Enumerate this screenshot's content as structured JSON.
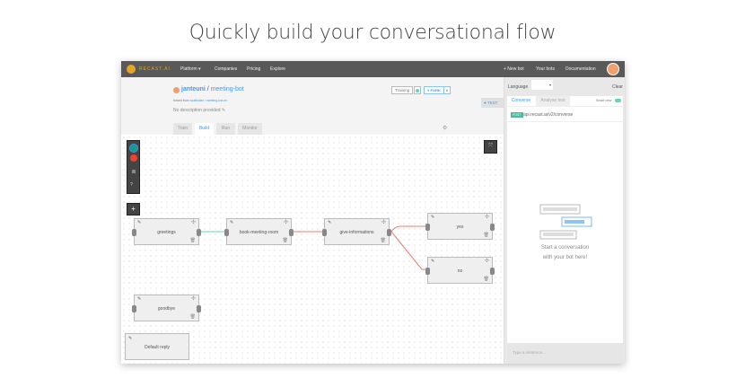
{
  "headline": "Quickly build your conversational flow",
  "nav": {
    "logo": "RECAST.AI",
    "items": [
      "Platform ▾",
      "Companies",
      "Pricing",
      "Explore"
    ],
    "new_bot": "+ New bot",
    "your_bots": "Your bots",
    "documentation": "Documentation"
  },
  "bot": {
    "owner": "janteuni",
    "separator": "/",
    "name": "meeting-bot",
    "forked_label": "forked from",
    "forked_owner": "scaffolder",
    "forked_name": "meeting-bot-en",
    "description": "No description provided",
    "training": "Training",
    "fork": "⑂ FORK",
    "fork_count": "0",
    "test": "TEST"
  },
  "tabs": [
    "Train",
    "Build",
    "Run",
    "Monitor"
  ],
  "active_tab": "Build",
  "nodes": [
    "greetings",
    "book-meeting-room",
    "give-informations",
    "yes",
    "no",
    "goodbye",
    "Default reply"
  ],
  "panel": {
    "language_label": "Language",
    "clear": "Clear",
    "tabs": [
      "Converse",
      "Analyse text"
    ],
    "smart_view": "Smart view",
    "method": "POST",
    "endpoint": "api.recast.ai/v2/converse",
    "empty_line1": "Start a conversation",
    "empty_line2": "with your bot here!",
    "input_placeholder": "Type a sentence..."
  },
  "colors": {
    "accent": "#3b99fc",
    "success_link": "#5cd6c0",
    "fail_link": "#f07b72",
    "nav_bg": "#595959"
  }
}
